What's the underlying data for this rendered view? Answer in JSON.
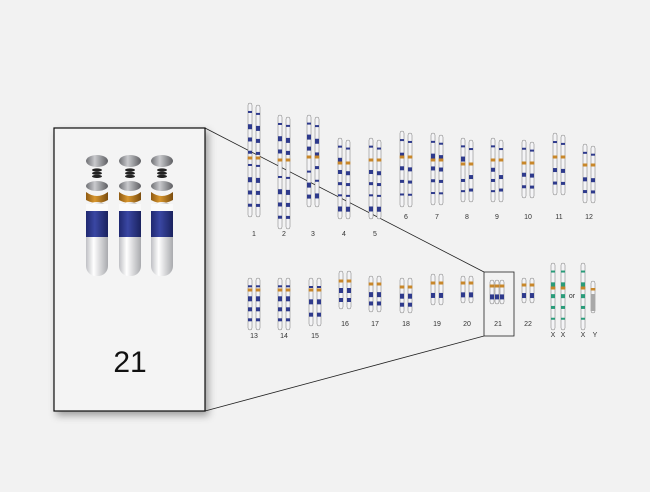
{
  "karyotype": {
    "pair_labels": [
      "1",
      "2",
      "3",
      "4",
      "5",
      "6",
      "7",
      "8",
      "9",
      "10",
      "11",
      "12",
      "13",
      "14",
      "15",
      "16",
      "17",
      "18",
      "19",
      "20",
      "21",
      "22"
    ],
    "sex_labels": [
      "X",
      "X",
      "X",
      "Y"
    ],
    "or_label": "or",
    "zoom_label": "21",
    "highlighted_pair": "21",
    "trisomy_count": 3
  },
  "colors": {
    "background": "#f2f2f2",
    "chromosome_white": "#f4f4f6",
    "band_blue": "#2e3a8c",
    "band_orange": "#c8872a",
    "band_green": "#2a9c7a",
    "centromere_dark": "#333333",
    "outline": "#555555"
  }
}
